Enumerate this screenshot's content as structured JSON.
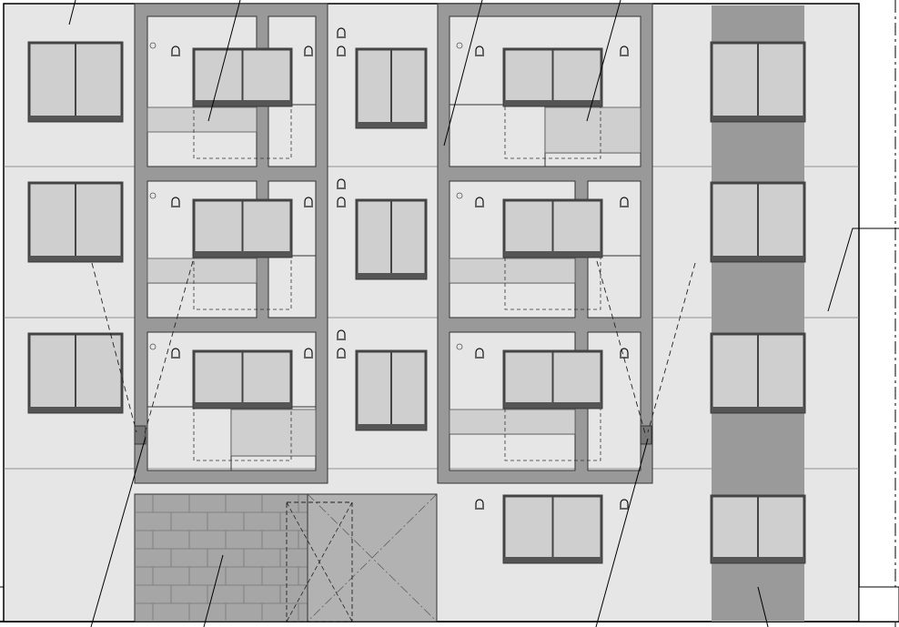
{
  "drawing": {
    "kind": "building-elevation",
    "floors": 4,
    "cladding_zones": [
      "light-panel",
      "frame-module",
      "dark-strip",
      "brick-base"
    ],
    "colors": {
      "background": "#ffffff",
      "wall": "#e6e6e6",
      "frame": "#999999",
      "dark_strip": "#9a9a9a",
      "window_glass": "#cfcfcf",
      "window_frame": "#444444",
      "brick": "#a6a6a6",
      "door_panel": "#b2b2b2",
      "line": "#000000"
    },
    "icons": [
      "wall-lamp-icon",
      "vent-icon",
      "bracket-icon",
      "pivot-door-icon"
    ]
  }
}
